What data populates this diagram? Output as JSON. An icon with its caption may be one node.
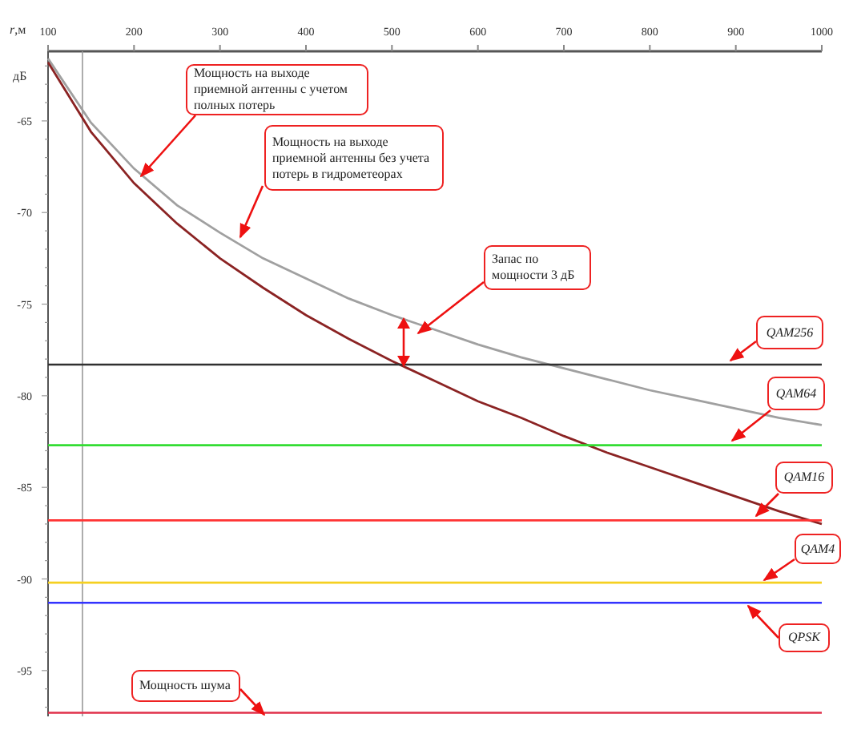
{
  "diagram": {
    "nodes": [
      {
        "text": [
          "Мощность на выходе приемной антенны с учетом полных потерь"
        ]
      },
      {
        "text": [
          "Мощность на выходе приемной антенны без учета потерь в гидрометеорах"
        ]
      },
      {
        "text": [
          "Запас по мощности 3 дБ"
        ]
      },
      {
        "text": [
          "QAM256"
        ]
      },
      {
        "text": [
          "QAM64"
        ]
      },
      {
        "text": [
          "QAM16"
        ]
      },
      {
        "text": [
          "QAM4"
        ]
      },
      {
        "text": [
          "QPSK"
        ]
      },
      {
        "text": [
          "Мощность шума"
        ]
      }
    ],
    "edges": [
      {
        "from": 0,
        "to": null,
        "arrow": "to"
      },
      {
        "from": 1,
        "to": null,
        "arrow": "to"
      },
      {
        "from": 2,
        "to": null,
        "arrow": "to"
      },
      {
        "from": 3,
        "to": null,
        "arrow": "to"
      },
      {
        "from": 4,
        "to": null,
        "arrow": "to"
      },
      {
        "from": 5,
        "to": null,
        "arrow": "to"
      },
      {
        "from": 6,
        "to": null,
        "arrow": "to"
      },
      {
        "from": 7,
        "to": null,
        "arrow": "to"
      },
      {
        "from": 8,
        "to": null,
        "arrow": "to"
      }
    ],
    "chart_data": {
      "type": "line",
      "xlabel": "*r*,м",
      "ylabel": "дБ",
      "x": [
        100,
        150,
        200,
        250,
        300,
        350,
        400,
        450,
        500,
        550,
        600,
        650,
        700,
        750,
        800,
        850,
        900,
        950,
        1000
      ],
      "series": [
        {
          "color": "#a0a0a0",
          "values": [
            -61.6,
            -65.1,
            -67.6,
            -69.6,
            -71.1,
            -72.5,
            -73.6,
            -74.7,
            -75.6,
            -76.4,
            -77.2,
            -77.9,
            -78.5,
            -79.1,
            -79.7,
            -80.2,
            -80.7,
            -81.2,
            -81.6
          ]
        },
        {
          "color": "#8b2323",
          "values": [
            -61.8,
            -65.6,
            -68.4,
            -70.6,
            -72.5,
            -74.1,
            -75.6,
            -76.9,
            -78.1,
            -79.2,
            -80.3,
            -81.2,
            -82.2,
            -83.1,
            -83.9,
            -84.7,
            -85.5,
            -86.3,
            -87.0
          ]
        },
        {
          "color": "#303030",
          "values": [
            -78.3,
            -78.3,
            -78.3,
            -78.3,
            -78.3,
            -78.3,
            -78.3,
            -78.3,
            -78.3,
            -78.3,
            -78.3,
            -78.3,
            -78.3,
            -78.3,
            -78.3,
            -78.3,
            -78.3,
            -78.3,
            -78.3
          ]
        },
        {
          "color": "#33dd33",
          "values": [
            -82.7,
            -82.7,
            -82.7,
            -82.7,
            -82.7,
            -82.7,
            -82.7,
            -82.7,
            -82.7,
            -82.7,
            -82.7,
            -82.7,
            -82.7,
            -82.7,
            -82.7,
            -82.7,
            -82.7,
            -82.7,
            -82.7
          ]
        },
        {
          "color": "#ff3333",
          "values": [
            -86.8,
            -86.8,
            -86.8,
            -86.8,
            -86.8,
            -86.8,
            -86.8,
            -86.8,
            -86.8,
            -86.8,
            -86.8,
            -86.8,
            -86.8,
            -86.8,
            -86.8,
            -86.8,
            -86.8,
            -86.8,
            -86.8
          ]
        },
        {
          "color": "#f5d020",
          "values": [
            -90.2,
            -90.2,
            -90.2,
            -90.2,
            -90.2,
            -90.2,
            -90.2,
            -90.2,
            -90.2,
            -90.2,
            -90.2,
            -90.2,
            -90.2,
            -90.2,
            -90.2,
            -90.2,
            -90.2,
            -90.2,
            -90.2
          ]
        },
        {
          "color": "#3333ff",
          "values": [
            -91.3,
            -91.3,
            -91.3,
            -91.3,
            -91.3,
            -91.3,
            -91.3,
            -91.3,
            -91.3,
            -91.3,
            -91.3,
            -91.3,
            -91.3,
            -91.3,
            -91.3,
            -91.3,
            -91.3,
            -91.3,
            -91.3
          ]
        },
        {
          "color": "#e0304a",
          "values": [
            -97.3,
            -97.3,
            -97.3,
            -97.3,
            -97.3,
            -97.3,
            -97.3,
            -97.3,
            -97.3,
            -97.3,
            -97.3,
            -97.3,
            -97.3,
            -97.3,
            -97.3,
            -97.3,
            -97.3,
            -97.3,
            -97.3
          ]
        }
      ],
      "xlim": [
        100,
        1000
      ],
      "ylim": [
        -97.5,
        -61.2
      ],
      "xticks": [
        100,
        200,
        300,
        400,
        500,
        600,
        700,
        800,
        900,
        1000
      ],
      "yticks": [
        -65,
        -70,
        -75,
        -80,
        -85,
        -90,
        -95
      ],
      "ref_lines": [
        {
          "axis": "x",
          "value": 140
        }
      ]
    }
  }
}
